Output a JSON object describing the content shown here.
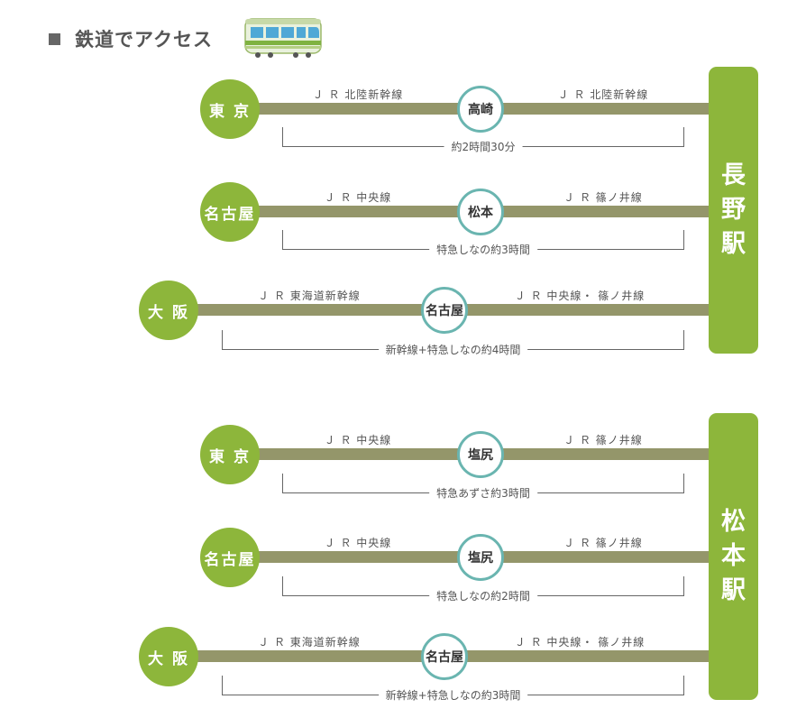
{
  "title": "鉄道でアクセス",
  "icon": "train-icon",
  "colors": {
    "origin": "#8db63b",
    "line": "#94966a",
    "transfer_ring": "#6ab5b0",
    "terminal": "#8db63b"
  },
  "sections": [
    {
      "terminal": [
        "長",
        "野",
        "駅"
      ],
      "routes": [
        {
          "origin": "東 京",
          "transfer": "高崎",
          "line_left": "Ｊ Ｒ 北陸新幹線",
          "line_right": "Ｊ Ｒ 北陸新幹線",
          "duration": "約2時間30分"
        },
        {
          "origin": "名古屋",
          "transfer": "松本",
          "line_left": "Ｊ Ｒ 中央線",
          "line_right": "Ｊ Ｒ 篠ノ井線",
          "duration": "特急しなの約3時間"
        },
        {
          "origin": "大 阪",
          "transfer": "名古屋",
          "line_left": "Ｊ Ｒ 東海道新幹線",
          "line_right": "Ｊ Ｒ 中央線・ 篠ノ井線",
          "duration": "新幹線+特急しなの約4時間"
        }
      ]
    },
    {
      "terminal": [
        "松",
        "本",
        "駅"
      ],
      "routes": [
        {
          "origin": "東 京",
          "transfer": "塩尻",
          "line_left": "Ｊ Ｒ 中央線",
          "line_right": "Ｊ Ｒ 篠ノ井線",
          "duration": "特急あずさ約3時間"
        },
        {
          "origin": "名古屋",
          "transfer": "塩尻",
          "line_left": "Ｊ Ｒ 中央線",
          "line_right": "Ｊ Ｒ 篠ノ井線",
          "duration": "特急しなの約2時間"
        },
        {
          "origin": "大 阪",
          "transfer": "名古屋",
          "line_left": "Ｊ Ｒ 東海道新幹線",
          "line_right": "Ｊ Ｒ 中央線・ 篠ノ井線",
          "duration": "新幹線+特急しなの約3時間"
        }
      ]
    }
  ]
}
